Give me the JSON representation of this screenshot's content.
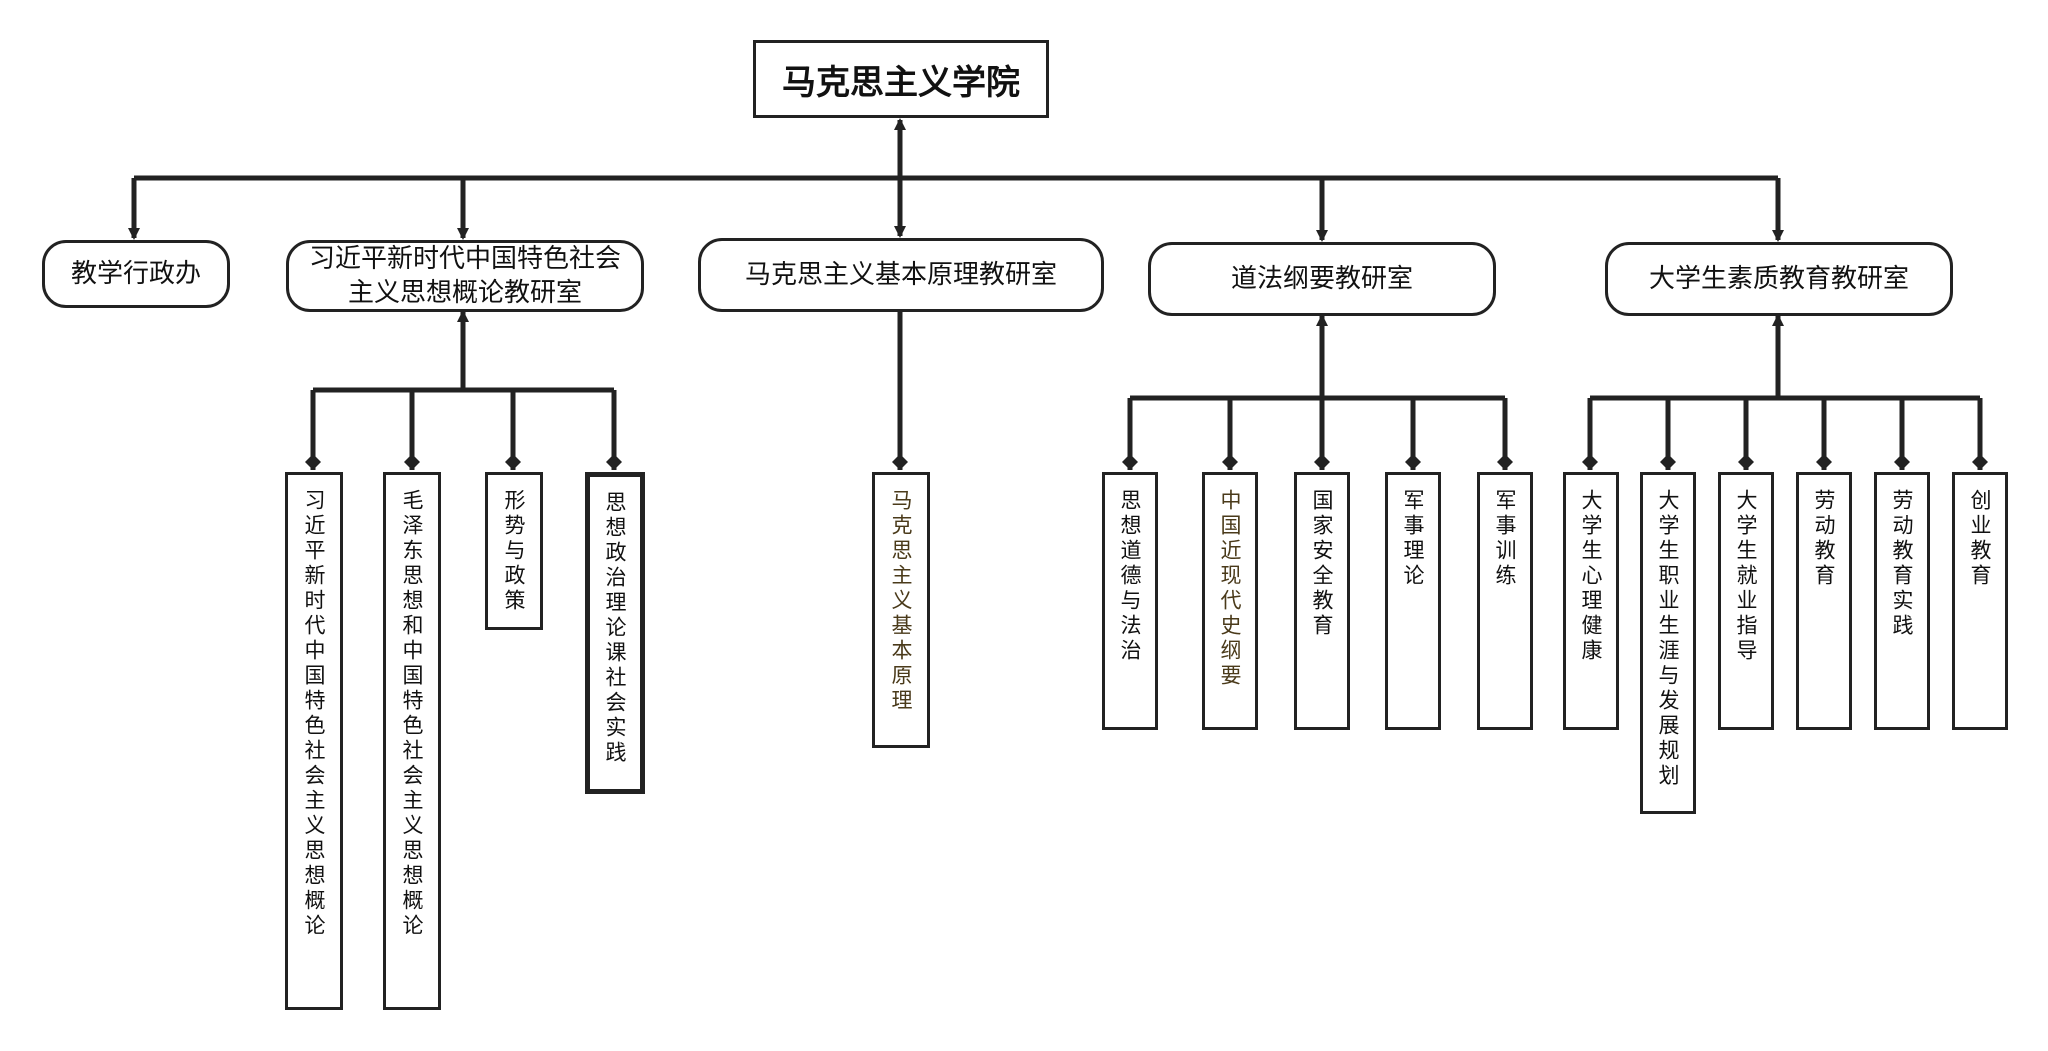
{
  "root": {
    "label": "马克思主义学院"
  },
  "departments": [
    {
      "label": "教学行政办"
    },
    {
      "label": "习近平新时代中国特色社会主义思想概论教研室"
    },
    {
      "label": "马克思主义基本原理教研室"
    },
    {
      "label": "道法纲要教研室"
    },
    {
      "label": "大学生素质教育教研室"
    }
  ],
  "courses": [
    {
      "label": "习近平新时代中国特色社会主义思想概论"
    },
    {
      "label": "毛泽东思想和中国特色社会主义思想概论"
    },
    {
      "label": "形势与政策"
    },
    {
      "label": "思想政治理论课社会实践"
    },
    {
      "label": "马克思主义基本原理"
    },
    {
      "label": "思想道德与法治"
    },
    {
      "label": "中国近现代史纲要"
    },
    {
      "label": "国家安全教育"
    },
    {
      "label": "军事理论"
    },
    {
      "label": "军事训练"
    },
    {
      "label": "大学生心理健康"
    },
    {
      "label": "大学生职业生涯与发展规划"
    },
    {
      "label": "大学生就业指导"
    },
    {
      "label": "劳动教育"
    },
    {
      "label": "劳动教育实践"
    },
    {
      "label": "创业教育"
    }
  ],
  "colors": {
    "line": "#222222",
    "box_border": "#222222",
    "text": "#111111"
  }
}
